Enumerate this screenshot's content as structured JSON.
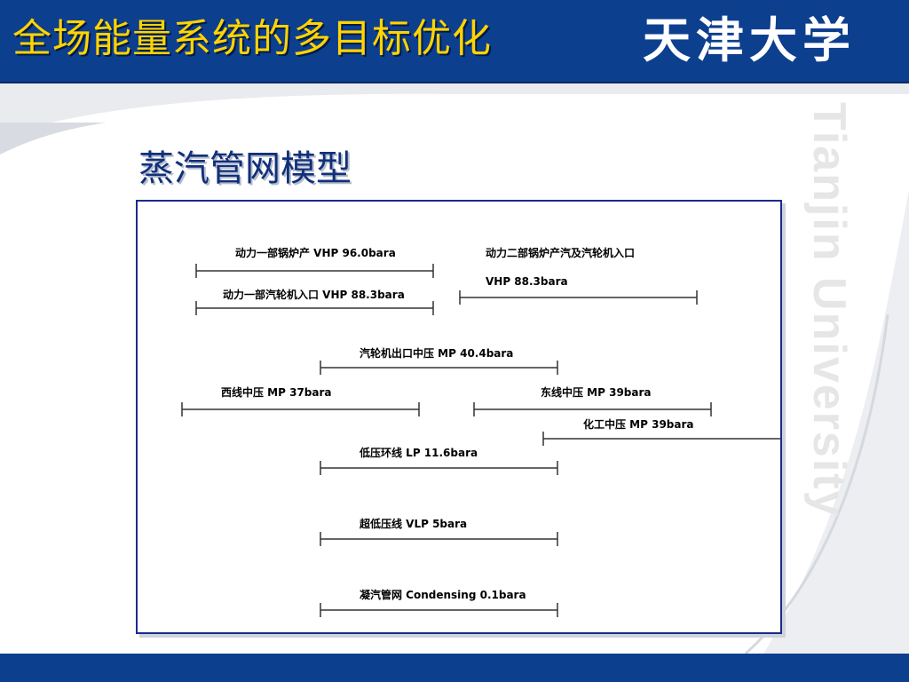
{
  "header": {
    "title": "全场能量系统的多目标优化",
    "logo": "天津大学"
  },
  "watermark": "Tianjin University",
  "subtitle": "蒸汽管网模型",
  "headers": [
    {
      "label": "动力一部锅炉产 VHP 96.0bara"
    },
    {
      "label": "动力二部锅炉产汽及汽轮机入口"
    },
    {
      "label": "VHP 88.3bara"
    },
    {
      "label": "动力一部汽轮机入口 VHP 88.3bara"
    },
    {
      "label": "汽轮机出口中压 MP 40.4bara"
    },
    {
      "label": "西线中压 MP 37bara"
    },
    {
      "label": "东线中压 MP 39bara"
    },
    {
      "label": "化工中压 MP 39bara"
    },
    {
      "label": "低压环线 LP 11.6bara"
    },
    {
      "label": "超低压线 VLP 5bara"
    },
    {
      "label": "凝汽管网 Condensing 0.1bara"
    }
  ]
}
